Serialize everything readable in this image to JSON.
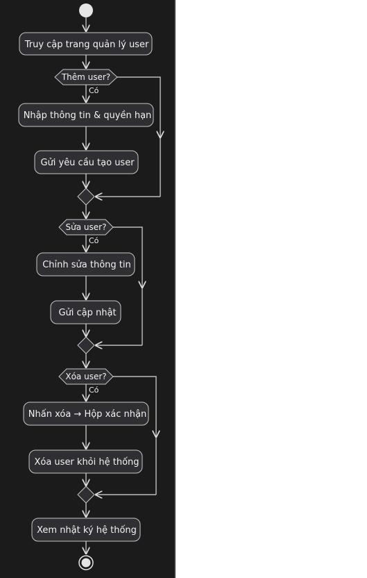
{
  "diagram": {
    "actions": {
      "access": "Truy cập trang quản lý user",
      "enter_info": "Nhập thông tin & quyền hạn",
      "send_create": "Gửi yêu cầu tạo user",
      "edit_info": "Chỉnh sửa thông tin",
      "send_update": "Gửi cập nhật",
      "click_delete": "Nhấn xóa → Hộp xác nhận",
      "delete_user": "Xóa user khỏi hệ thống",
      "view_log": "Xem nhật ký hệ thống"
    },
    "decisions": {
      "add": "Thêm user?",
      "edit": "Sửa user?",
      "delete": "Xóa user?"
    },
    "yes_label": "Có",
    "colors": {
      "background": "#1b1b1c",
      "node_fill": "#2f2f33",
      "node_border": "#c9c9c9",
      "text": "#f2f2f2",
      "line": "#dcdcdc"
    }
  }
}
